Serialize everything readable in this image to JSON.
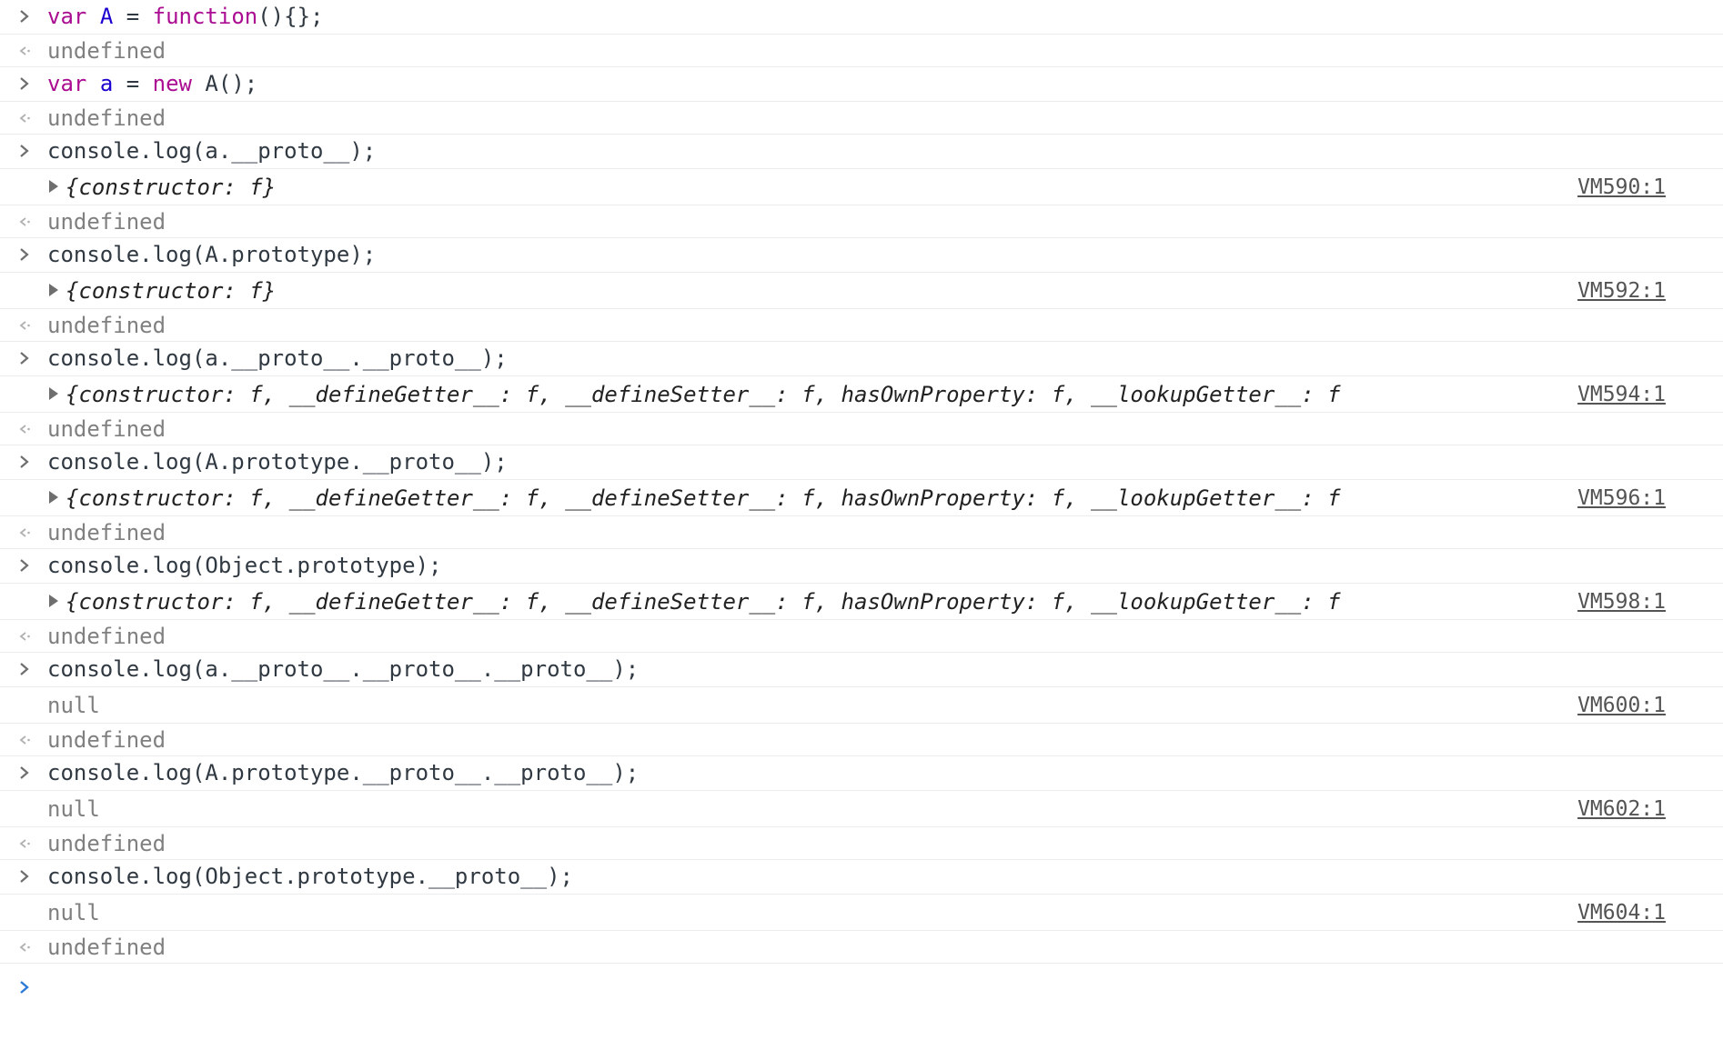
{
  "rows": [
    {
      "type": "input",
      "text": "var A = function(){};"
    },
    {
      "type": "result",
      "text": "undefined"
    },
    {
      "type": "input",
      "text": "var a = new A();"
    },
    {
      "type": "result",
      "text": "undefined"
    },
    {
      "type": "input",
      "text": "console.log(a.__proto__);"
    },
    {
      "type": "log_object",
      "text": "{constructor: f}",
      "source": "VM590:1"
    },
    {
      "type": "result",
      "text": "undefined"
    },
    {
      "type": "input",
      "text": "console.log(A.prototype);"
    },
    {
      "type": "log_object",
      "text": "{constructor: f}",
      "source": "VM592:1"
    },
    {
      "type": "result",
      "text": "undefined"
    },
    {
      "type": "input",
      "text": "console.log(a.__proto__.__proto__);"
    },
    {
      "type": "log_object",
      "text": "{constructor: f, __defineGetter__: f, __defineSetter__: f, hasOwnProperty: f, __lookupGetter__: f, …}",
      "source": "VM594:1"
    },
    {
      "type": "result",
      "text": "undefined"
    },
    {
      "type": "input",
      "text": "console.log(A.prototype.__proto__);"
    },
    {
      "type": "log_object",
      "text": "{constructor: f, __defineGetter__: f, __defineSetter__: f, hasOwnProperty: f, __lookupGetter__: f, …}",
      "source": "VM596:1"
    },
    {
      "type": "result",
      "text": "undefined"
    },
    {
      "type": "input",
      "text": "console.log(Object.prototype);"
    },
    {
      "type": "log_object",
      "text": "{constructor: f, __defineGetter__: f, __defineSetter__: f, hasOwnProperty: f, __lookupGetter__: f, …}",
      "source": "VM598:1"
    },
    {
      "type": "result",
      "text": "undefined"
    },
    {
      "type": "input",
      "text": "console.log(a.__proto__.__proto__.__proto__);"
    },
    {
      "type": "log_null",
      "text": "null",
      "source": "VM600:1"
    },
    {
      "type": "result",
      "text": "undefined"
    },
    {
      "type": "input",
      "text": "console.log(A.prototype.__proto__.__proto__);"
    },
    {
      "type": "log_null",
      "text": "null",
      "source": "VM602:1"
    },
    {
      "type": "result",
      "text": "undefined"
    },
    {
      "type": "input",
      "text": "console.log(Object.prototype.__proto__);"
    },
    {
      "type": "log_null",
      "text": "null",
      "source": "VM604:1"
    },
    {
      "type": "result",
      "text": "undefined"
    }
  ],
  "icons": {
    "input_marker": "chevron-right-icon",
    "result_marker": "return-arrow-icon",
    "expand_marker": "expand-triangle-icon",
    "prompt_marker": "prompt-chevron-icon"
  },
  "colors": {
    "keyword": "#aa0d91",
    "variable": "#1c00cf",
    "prompt": "#2e7bd6",
    "muted": "#808080"
  }
}
